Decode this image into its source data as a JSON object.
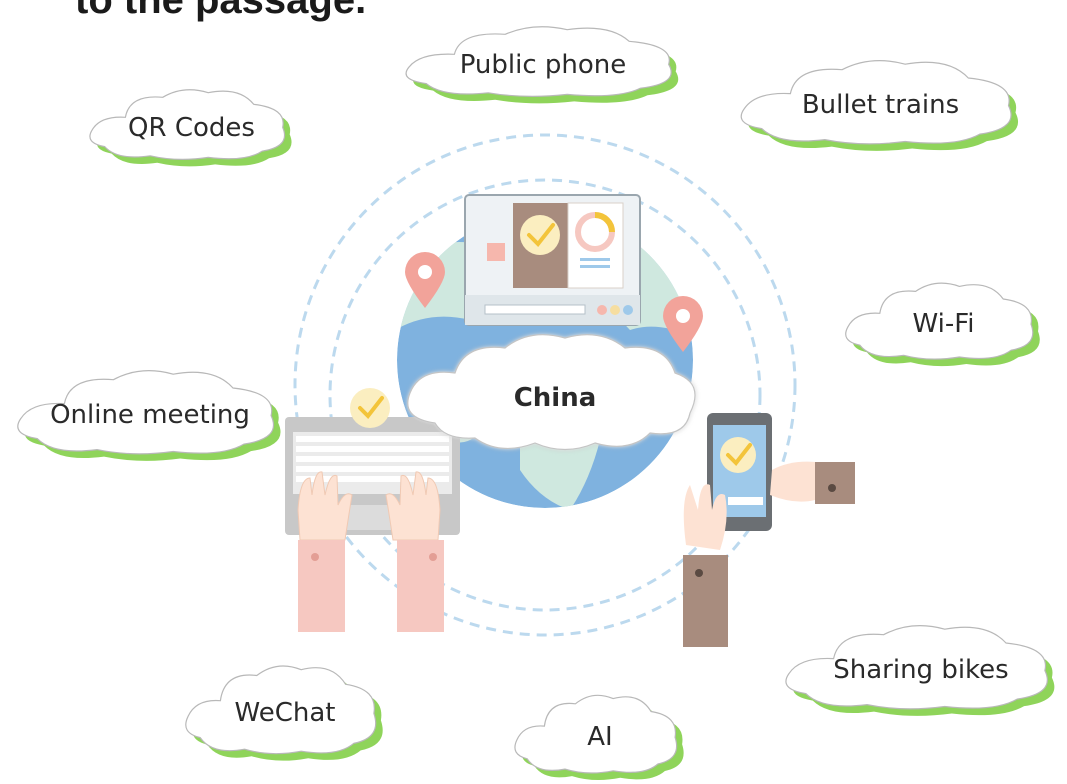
{
  "heading": "to the passage.",
  "center": {
    "label": "China"
  },
  "clouds": {
    "public_phone": "Public phone",
    "qr_codes": "QR Codes",
    "bullet_trains": "Bullet trains",
    "wifi": "Wi-Fi",
    "online_meeting": "Online meeting",
    "sharing_bikes": "Sharing bikes",
    "wechat": "WeChat",
    "ai": "AI"
  },
  "colors": {
    "cloud_shadow": "#8fd45a",
    "cloud_fill": "#ffffff",
    "cloud_stroke": "#b8b8b8",
    "dashed_ring": "#bcd9ee",
    "globe_ocean": "#7fb2df",
    "globe_land": "#cfe8df",
    "pin": "#f2a39a",
    "sleeve_left": "#f6c8c1",
    "sleeve_right": "#a88c7e",
    "check_circle": "#fbeec0",
    "check_mark": "#f3c43a"
  }
}
